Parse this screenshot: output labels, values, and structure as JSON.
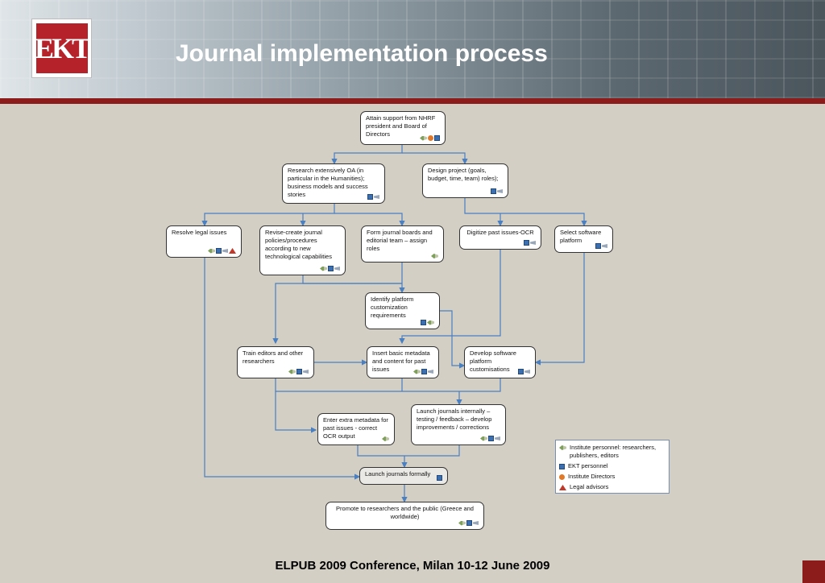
{
  "header": {
    "title": "Journal implementation process",
    "logo_text": "EKT"
  },
  "footer": {
    "text": "ELPUB 2009 Conference, Milan 10-12 June 2009"
  },
  "colors": {
    "header_dark": "#4a555c",
    "accent_red": "#8c1c1c",
    "background": "#d4cfc5",
    "connector": "#4a7fc0"
  },
  "nodes": {
    "attain": "Attain support from NHRF president and Board of Directors",
    "research": "Research extensively OA (in particular in the Humanities); business models and success stories",
    "design": "Design project (goals, budget, time, team) roles);",
    "resolve": "Resolve legal issues",
    "revise": "Revise-create journal policies/procedures according to new technological capabilities",
    "form": "Form journal boards and editorial team – assign roles",
    "digitize": "Digitize past issues-OCR",
    "select": "Select software platform",
    "identify": "Identify platform customization requirements",
    "train": "Train editors and other researchers",
    "insert": "Insert basic metadata and content for past issues",
    "develop": "Develop software platform customisations",
    "launch_int": "Launch journals internally – testing / feedback – develop improvements / corrections",
    "enter": "Enter extra metadata for past issues - correct OCR output",
    "launch_formal": "Launch journals formally",
    "promote": "Promote to researchers and the public (Greece and worldwide)"
  },
  "legend": {
    "institute": "Institute personnel: researchers, publishers, editors",
    "ekt": "EKT personnel",
    "directors": "Institute Directors",
    "legal": "Legal advisors"
  },
  "icon_names": [
    "institute-personnel-icon",
    "ekt-personnel-icon",
    "institute-directors-icon",
    "legal-advisors-icon"
  ]
}
